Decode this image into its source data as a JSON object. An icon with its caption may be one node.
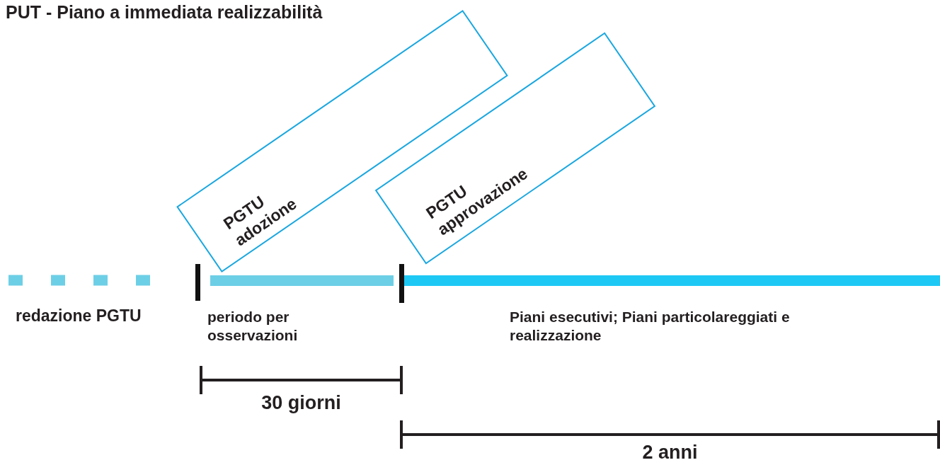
{
  "diagram": {
    "title": "PUT - Piano a immediata realizzabilità",
    "nodes": [
      {
        "text": [
          "PGTU adozione"
        ]
      },
      {
        "text": [
          "PGTU approvazione"
        ]
      }
    ],
    "labels": [
      "redazione PGTU",
      "periodo per osservazioni",
      "Piani esecutivi; Piani particolareggiati e realizzazione",
      "30 giorni",
      "2 anni"
    ]
  }
}
